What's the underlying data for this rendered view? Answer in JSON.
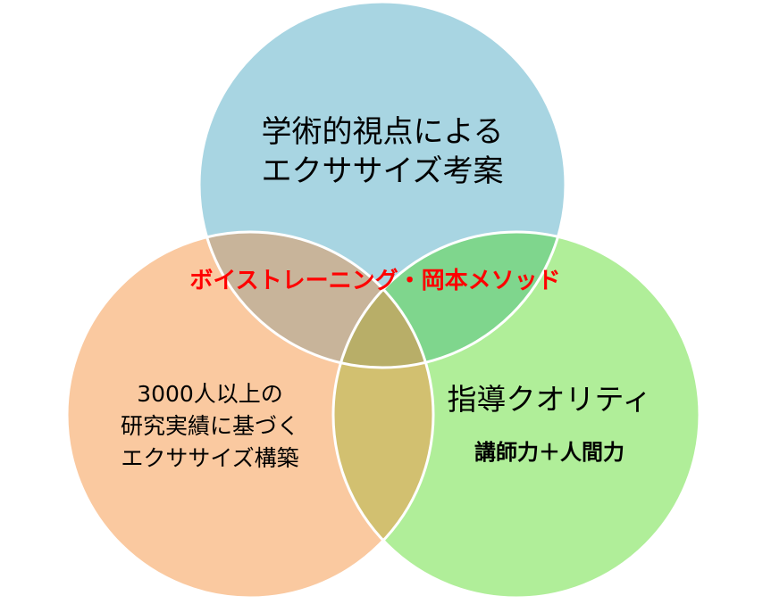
{
  "colors": {
    "top_circle": "#a8d5e2",
    "left_circle": "#fac9a0",
    "right_circle": "#b0ee99",
    "top_left_overlap": "#c8b49a",
    "top_right_overlap": "#7fd68d",
    "left_right_overlap": "#d2c070",
    "center_overlap": "#b8ae68",
    "center_text": "#ff0000",
    "outline": "#ffffff"
  },
  "circles": {
    "top": {
      "lines": [
        "学術的視点による",
        "エクササイズ考案"
      ]
    },
    "left": {
      "lines": [
        "3000人以上の",
        "研究実績に基づく",
        "エクササイズ構築"
      ]
    },
    "right": {
      "title": "指導クオリティ",
      "subtitle": "講師力＋人間力"
    }
  },
  "center_label": "ボイストレーニング・岡本メソッド"
}
